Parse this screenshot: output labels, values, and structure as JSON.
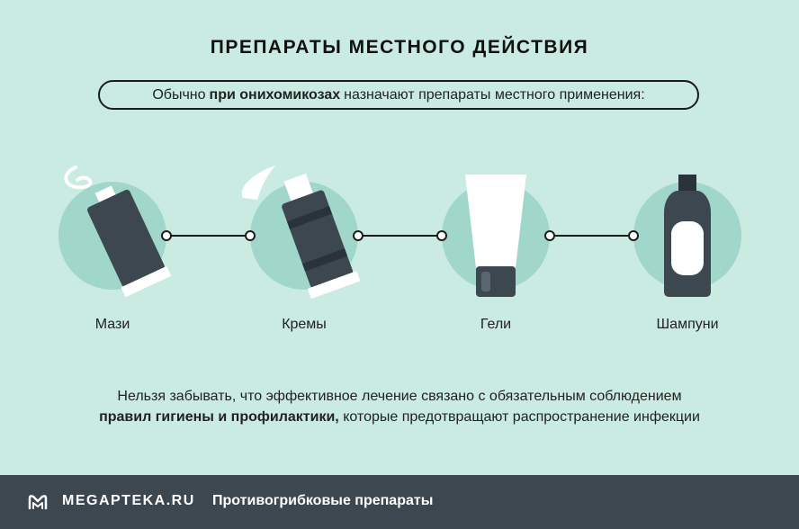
{
  "title": "ПРЕПАРАТЫ МЕСТНОГО ДЕЙСТВИЯ",
  "intro": {
    "before": "Обычно",
    "bold": "при онихомикозах",
    "after": "назначают препараты местного применения:"
  },
  "products": [
    {
      "label": "Мази",
      "icon": "ointment-tube-icon"
    },
    {
      "label": "Кремы",
      "icon": "cream-tube-icon"
    },
    {
      "label": "Гели",
      "icon": "gel-tube-icon"
    },
    {
      "label": "Шампуни",
      "icon": "shampoo-bottle-icon"
    }
  ],
  "note": {
    "line1": "Нельзя забывать, что эффективное лечение связано с обязательным соблюдением",
    "bold": "правил гигиены и профилактики,",
    "after": "которые предотвращают распространение инфекции"
  },
  "footer": {
    "brand": "MEGAPTEKA.RU",
    "section": "Противогрибковые препараты",
    "logo_icon": "megapteka-logo-icon"
  },
  "colors": {
    "background": "#c9ebe2",
    "circle": "#a1d6cb",
    "dark": "#3c4750",
    "footer": "#3c4750"
  }
}
